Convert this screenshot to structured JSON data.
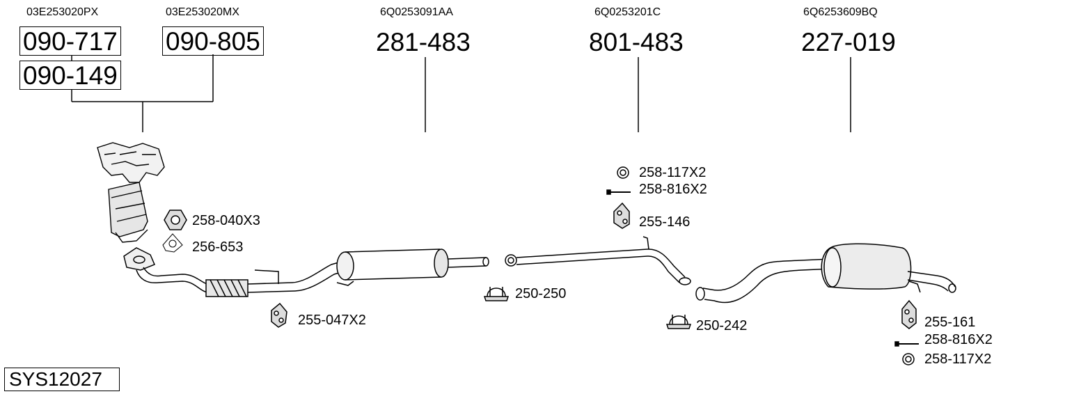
{
  "oem_numbers": {
    "manifold_a": "03E253020PX",
    "manifold_b": "03E253020MX",
    "middle": "6Q0253091AA",
    "intermediate": "6Q0253201C",
    "rear": "6Q6253609BQ"
  },
  "parts": {
    "cat_1": "090-717",
    "cat_2": "090-805",
    "cat_3": "090-149",
    "middle_silencer": "281-483",
    "intermediate_pipe": "801-483",
    "rear_silencer": "227-019"
  },
  "accessories": {
    "nut": "258-040X3",
    "gasket": "256-653",
    "hanger_front": "255-047X2",
    "clamp_1": "250-250",
    "washer_1": "258-117X2",
    "bolt_1": "258-816X2",
    "hanger_mid": "255-146",
    "clamp_2": "250-242",
    "hanger_rear": "255-161",
    "bolt_2": "258-816X2",
    "washer_2": "258-117X2"
  },
  "system_id": "SYS12027"
}
